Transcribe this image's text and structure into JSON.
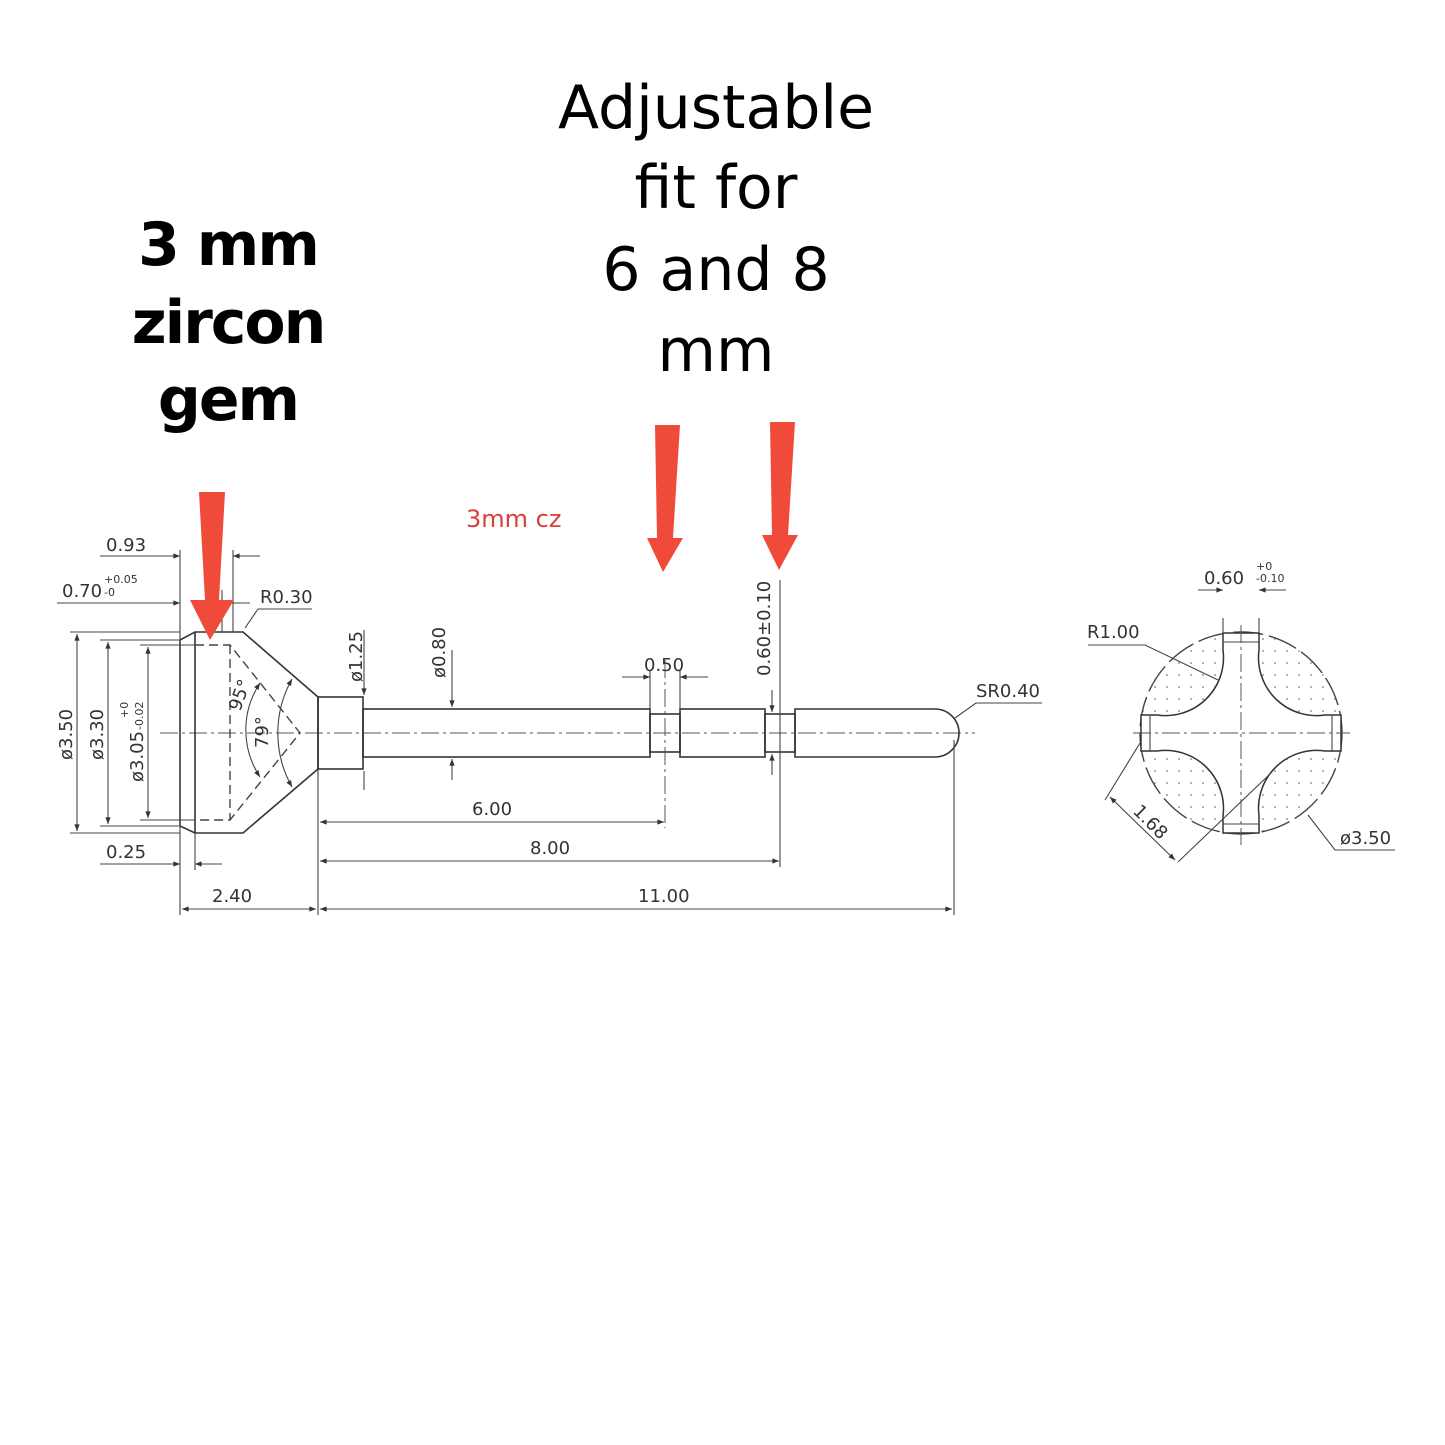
{
  "headings": {
    "left": [
      "3 mm",
      "zircon",
      "gem"
    ],
    "center": [
      "Adjustable",
      "fit for",
      "6 and 8",
      "mm"
    ]
  },
  "note": "3mm cz",
  "colors": {
    "arrow": "#f04a3a",
    "note": "#d9403a",
    "line": "#333333"
  },
  "dimensions": {
    "d093": "0.93",
    "d070": "0.70",
    "d070_tol_top": "+0.05",
    "d070_tol_bot": "-0",
    "r030": "R0.30",
    "d125": "ø1.25",
    "d080": "ø0.80",
    "d350": "ø3.50",
    "d330": "ø3.30",
    "d305": "ø3.05",
    "d305_tol_top": "+0",
    "d305_tol_bot": "-0.02",
    "a95": "95°",
    "a79": "79°",
    "d025": "0.25",
    "d240": "2.40",
    "d600": "6.00",
    "d800": "8.00",
    "d1100": "11.00",
    "d050": "0.50",
    "d060": "0.60±0.10",
    "sr040": "SR0.40"
  },
  "section": {
    "slot": "0.60",
    "slot_tol_top": "+0",
    "slot_tol_bot": "-0.10",
    "r100": "R1.00",
    "d168": "1.68",
    "d350": "ø3.50"
  }
}
